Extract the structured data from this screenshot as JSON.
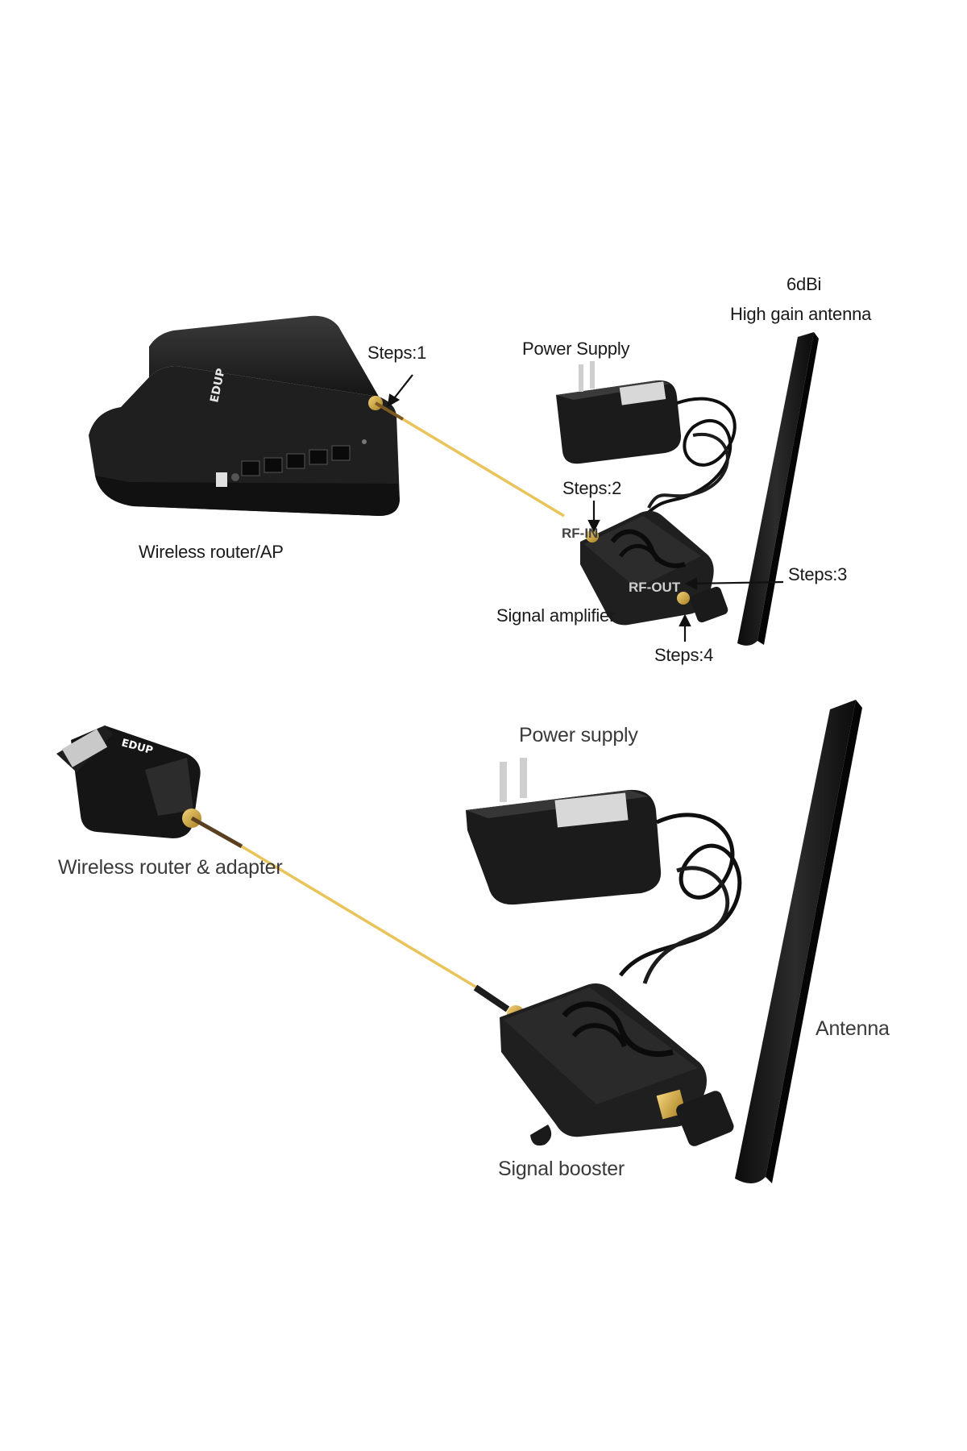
{
  "diagram_top": {
    "antenna_gain": "6dBi",
    "antenna_desc": "High gain antenna",
    "power_supply": "Power Supply",
    "step1": "Steps:1",
    "step2": "Steps:2",
    "step3": "Steps:3",
    "step4": "Steps:4",
    "router": "Wireless router/AP",
    "amplifier": "Signal amplifier",
    "rf_in": "RF-IN",
    "rf_out": "RF-OUT",
    "router_brand": "EDUP"
  },
  "diagram_bottom": {
    "power_supply": "Power supply",
    "adapter": "Wireless router & adapter",
    "antenna": "Antenna",
    "booster": "Signal booster",
    "adapter_brand": "EDUP"
  },
  "colors": {
    "device_body": "#262626",
    "device_dark": "#141414",
    "cable": "#e8c45a",
    "connector_gold": "#c9a233",
    "label_text": "#1a1a1a"
  }
}
